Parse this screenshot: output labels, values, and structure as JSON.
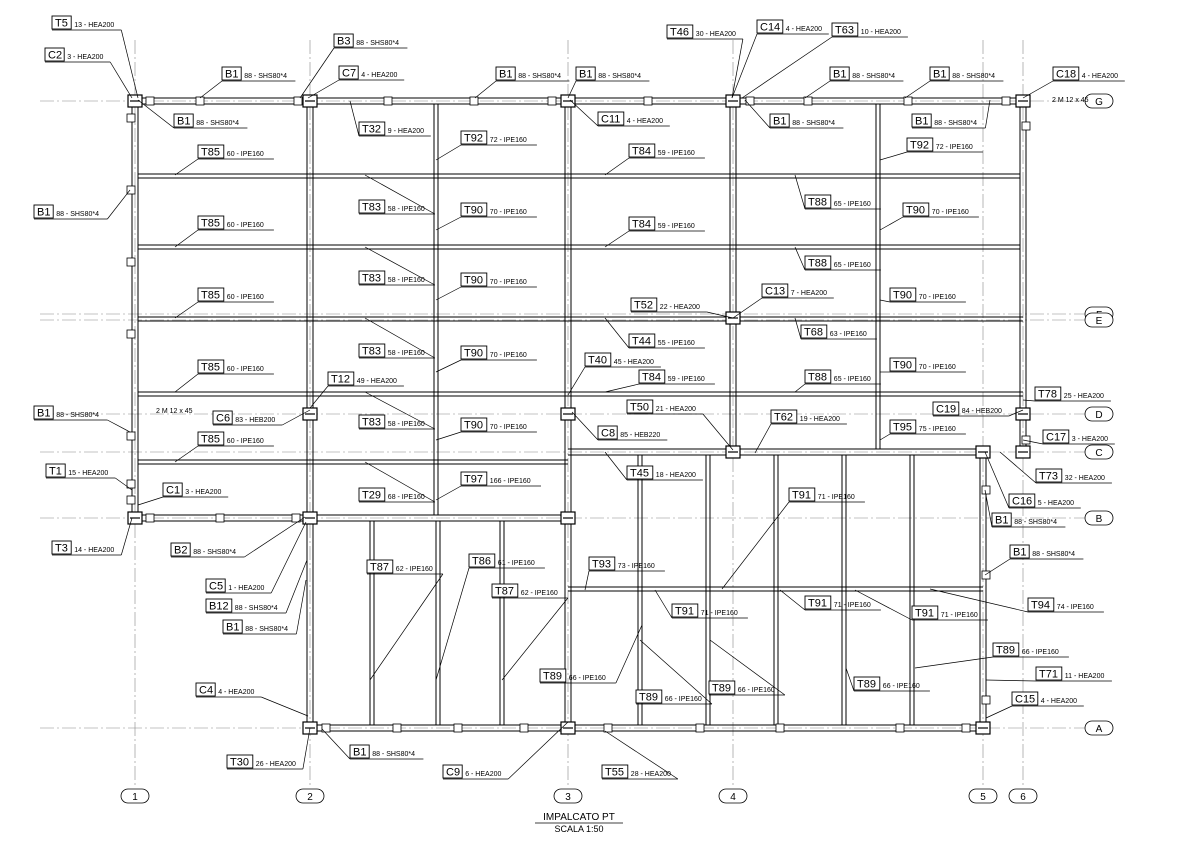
{
  "title": "IMPALCATO PT",
  "scale": "SCALA 1:50",
  "grid_columns": [
    "1",
    "2",
    "3",
    "4",
    "5",
    "6"
  ],
  "grid_rows": [
    "G",
    "F",
    "E",
    "D",
    "C",
    "B",
    "A"
  ],
  "notes": [
    "2 M 12 x 45",
    "2 M 12 x 45"
  ],
  "labels": [
    {
      "m": "T5",
      "d": "13 - HEA200"
    },
    {
      "m": "C2",
      "d": "3 - HEA200"
    },
    {
      "m": "B3",
      "d": "88 - SHS80*4"
    },
    {
      "m": "B1",
      "d": "88 - SHS80*4"
    },
    {
      "m": "C7",
      "d": "4 - HEA200"
    },
    {
      "m": "B1",
      "d": "88 - SHS80*4"
    },
    {
      "m": "B1",
      "d": "88 - SHS80*4"
    },
    {
      "m": "T46",
      "d": "30 - HEA200"
    },
    {
      "m": "C14",
      "d": "4 - HEA200"
    },
    {
      "m": "T63",
      "d": "10 - HEA200"
    },
    {
      "m": "B1",
      "d": "88 - SHS80*4"
    },
    {
      "m": "B1",
      "d": "88 - SHS80*4"
    },
    {
      "m": "C18",
      "d": "4 - HEA200"
    },
    {
      "m": "B1",
      "d": "88 - SHS80*4"
    },
    {
      "m": "T32",
      "d": "9 - HEA200"
    },
    {
      "m": "C11",
      "d": "4 - HEA200"
    },
    {
      "m": "B1",
      "d": "88 - SHS80*4"
    },
    {
      "m": "B1",
      "d": "88 - SHS80*4"
    },
    {
      "m": "T92",
      "d": "72 - IPE160"
    },
    {
      "m": "T92",
      "d": "72 - IPE160"
    },
    {
      "m": "T85",
      "d": "60 - IPE160"
    },
    {
      "m": "T84",
      "d": "59 - IPE160"
    },
    {
      "m": "T88",
      "d": "65 - IPE160"
    },
    {
      "m": "B1",
      "d": "88 - SHS80*4"
    },
    {
      "m": "T83",
      "d": "58 - IPE160"
    },
    {
      "m": "T90",
      "d": "70 - IPE160"
    },
    {
      "m": "T90",
      "d": "70 - IPE160"
    },
    {
      "m": "T85",
      "d": "60 - IPE160"
    },
    {
      "m": "T84",
      "d": "59 - IPE160"
    },
    {
      "m": "T88",
      "d": "65 - IPE160"
    },
    {
      "m": "T83",
      "d": "58 - IPE160"
    },
    {
      "m": "T90",
      "d": "70 - IPE160"
    },
    {
      "m": "C13",
      "d": "7 - HEA200"
    },
    {
      "m": "T85",
      "d": "60 - IPE160"
    },
    {
      "m": "T52",
      "d": "22 - HEA200"
    },
    {
      "m": "T90",
      "d": "70 - IPE160"
    },
    {
      "m": "T68",
      "d": "63 - IPE160"
    },
    {
      "m": "T44",
      "d": "55 - IPE160"
    },
    {
      "m": "T83",
      "d": "58 - IPE160"
    },
    {
      "m": "T90",
      "d": "70 - IPE160"
    },
    {
      "m": "T40",
      "d": "45 - HEA200"
    },
    {
      "m": "T85",
      "d": "60 - IPE160"
    },
    {
      "m": "T12",
      "d": "49 - HEA200"
    },
    {
      "m": "T84",
      "d": "59 - IPE160"
    },
    {
      "m": "T88",
      "d": "65 - IPE160"
    },
    {
      "m": "T90",
      "d": "70 - IPE160"
    },
    {
      "m": "T78",
      "d": "25 - HEA200"
    },
    {
      "m": "B1",
      "d": "88 - SHS80*4"
    },
    {
      "m": "C6",
      "d": "83 - HEB200"
    },
    {
      "m": "T50",
      "d": "21 - HEA200"
    },
    {
      "m": "C19",
      "d": "84 - HEB200"
    },
    {
      "m": "T83",
      "d": "58 - IPE160"
    },
    {
      "m": "T90",
      "d": "70 - IPE160"
    },
    {
      "m": "T62",
      "d": "19 - HEA200"
    },
    {
      "m": "T95",
      "d": "75 - IPE160"
    },
    {
      "m": "C8",
      "d": "85 - HEB220"
    },
    {
      "m": "C17",
      "d": "3 - HEA200"
    },
    {
      "m": "T85",
      "d": "60 - IPE160"
    },
    {
      "m": "T1",
      "d": "15 - HEA200"
    },
    {
      "m": "T45",
      "d": "18 - HEA200"
    },
    {
      "m": "T73",
      "d": "32 - HEA200"
    },
    {
      "m": "T97",
      "d": "166 - IPE160"
    },
    {
      "m": "C1",
      "d": "3 - HEA200"
    },
    {
      "m": "T29",
      "d": "68 - IPE160"
    },
    {
      "m": "T91",
      "d": "71 - IPE160"
    },
    {
      "m": "C16",
      "d": "5 - HEA200"
    },
    {
      "m": "B1",
      "d": "88 - SHS80*4"
    },
    {
      "m": "T3",
      "d": "14 - HEA200"
    },
    {
      "m": "B2",
      "d": "88 - SHS80*4"
    },
    {
      "m": "B1",
      "d": "88 - SHS80*4"
    },
    {
      "m": "T87",
      "d": "62 - IPE160"
    },
    {
      "m": "T86",
      "d": "61 - IPE160"
    },
    {
      "m": "T93",
      "d": "73 - IPE160"
    },
    {
      "m": "C5",
      "d": "1 - HEA200"
    },
    {
      "m": "T87",
      "d": "62 - IPE160"
    },
    {
      "m": "B12",
      "d": "88 - SHS80*4"
    },
    {
      "m": "T91",
      "d": "71 - IPE160"
    },
    {
      "m": "T91",
      "d": "71 - IPE160"
    },
    {
      "m": "T94",
      "d": "74 - IPE160"
    },
    {
      "m": "B1",
      "d": "88 - SHS80*4"
    },
    {
      "m": "T91",
      "d": "71 - IPE160"
    },
    {
      "m": "T89",
      "d": "66 - IPE160"
    },
    {
      "m": "T71",
      "d": "11 - HEA200"
    },
    {
      "m": "T89",
      "d": "66 - IPE160"
    },
    {
      "m": "T89",
      "d": "66 - IPE160"
    },
    {
      "m": "T89",
      "d": "66 - IPE160"
    },
    {
      "m": "T89",
      "d": "66 - IPE160"
    },
    {
      "m": "C4",
      "d": "4 - HEA200"
    },
    {
      "m": "C15",
      "d": "4 - HEA200"
    },
    {
      "m": "B1",
      "d": "88 - SHS80*4"
    },
    {
      "m": "T30",
      "d": "26 - HEA200"
    },
    {
      "m": "T55",
      "d": "28 - HEA200"
    },
    {
      "m": "C9",
      "d": "6 - HEA200"
    }
  ]
}
